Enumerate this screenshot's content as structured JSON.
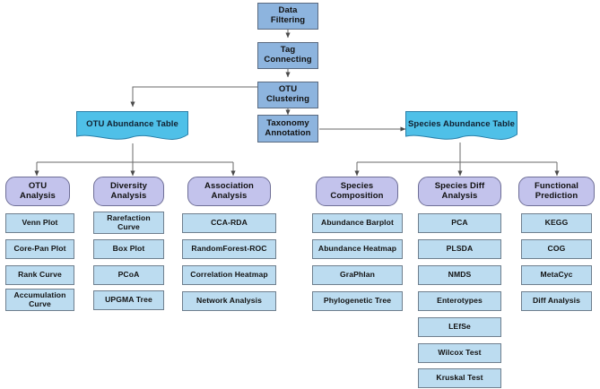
{
  "diagram": {
    "title": "Microbiome Analysis Pipeline Flowchart",
    "colors": {
      "process_fill": "#8DB4DE",
      "category_fill": "#C3C3EC",
      "leaf_fill": "#BCDCF0",
      "document_fill": "#4FC0E8",
      "edge_stroke": "#555555",
      "border_stroke": "#5A6A80",
      "background": "#FFFFFF"
    },
    "pipeline": [
      {
        "id": "data-filtering",
        "label": "Data\nFiltering",
        "shape": "rect"
      },
      {
        "id": "tag-connecting",
        "label": "Tag\nConnecting",
        "shape": "rect"
      },
      {
        "id": "otu-clustering",
        "label": "OTU\nClustering",
        "shape": "rect"
      },
      {
        "id": "taxonomy-annotation",
        "label": "Taxonomy\nAnnotation",
        "shape": "rect"
      }
    ],
    "tables": [
      {
        "id": "otu-abundance-table",
        "label": "OTU Abundance Table",
        "shape": "document"
      },
      {
        "id": "species-abundance-table",
        "label": "Species Abundance Table",
        "shape": "document"
      }
    ],
    "branches": [
      {
        "id": "otu-analysis",
        "label": "OTU\nAnalysis",
        "source": "otu-abundance-table",
        "items": [
          {
            "label": "Venn Plot"
          },
          {
            "label": "Core-Pan Plot"
          },
          {
            "label": "Rank Curve"
          },
          {
            "label": "Accumulation\nCurve"
          }
        ]
      },
      {
        "id": "diversity-analysis",
        "label": "Diversity\nAnalysis",
        "source": "otu-abundance-table",
        "items": [
          {
            "label": "Rarefaction\nCurve"
          },
          {
            "label": "Box Plot"
          },
          {
            "label": "PCoA"
          },
          {
            "label": "UPGMA Tree"
          }
        ]
      },
      {
        "id": "association-analysis",
        "label": "Association\nAnalysis",
        "source": "otu-abundance-table",
        "items": [
          {
            "label": "CCA-RDA"
          },
          {
            "label": "RandomForest-ROC"
          },
          {
            "label": "Correlation Heatmap"
          },
          {
            "label": "Network Analysis"
          }
        ]
      },
      {
        "id": "species-composition",
        "label": "Species\nComposition",
        "source": "species-abundance-table",
        "items": [
          {
            "label": "Abundance Barplot"
          },
          {
            "label": "Abundance Heatmap"
          },
          {
            "label": "GraPhlan"
          },
          {
            "label": "Phylogenetic Tree"
          }
        ]
      },
      {
        "id": "species-diff-analysis",
        "label": "Species Diff\nAnalysis",
        "source": "species-abundance-table",
        "items": [
          {
            "label": "PCA"
          },
          {
            "label": "PLSDA"
          },
          {
            "label": "NMDS"
          },
          {
            "label": "Enterotypes"
          },
          {
            "label": "LEfSe"
          },
          {
            "label": "Wilcox Test"
          },
          {
            "label": "Kruskal Test"
          }
        ]
      },
      {
        "id": "functional-prediction",
        "label": "Functional\nPrediction",
        "source": "species-abundance-table",
        "items": [
          {
            "label": "KEGG"
          },
          {
            "label": "COG"
          },
          {
            "label": "MetaCyc"
          },
          {
            "label": "Diff Analysis"
          }
        ]
      }
    ]
  }
}
